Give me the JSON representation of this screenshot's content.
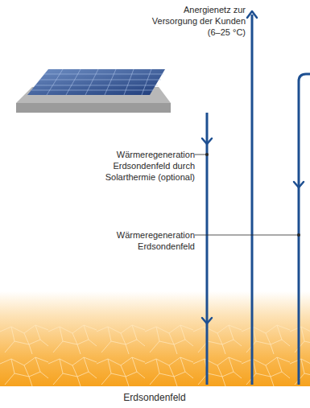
{
  "diagram": {
    "labels": [
      "Anergienetz zur Versorgung der Kunden (6–25 °C)",
      "Wärmeregeneration Erdsondenfeld durch Solarthermie (optional)",
      "Wärmeregeneration Erdsondenfeld",
      "Erdsondenfeld"
    ]
  }
}
